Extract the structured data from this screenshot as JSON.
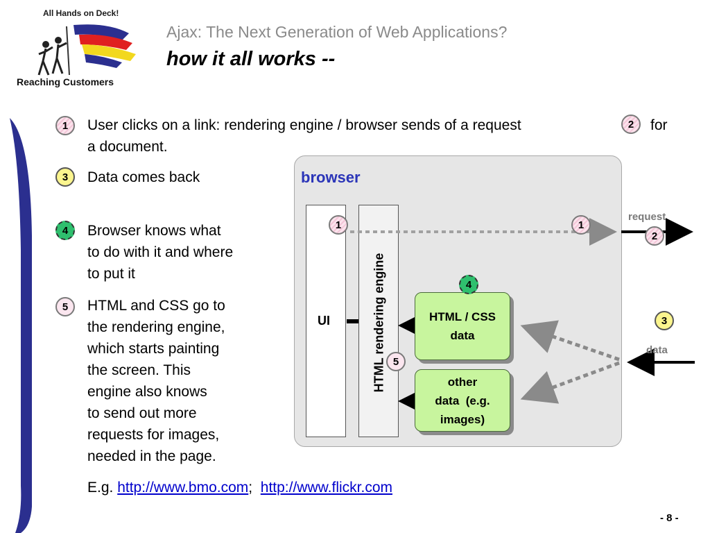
{
  "logo": {
    "tagline": "All Hands on Deck!",
    "caption": "Reaching Customers"
  },
  "header": {
    "subtitle": "Ajax: The Next Generation of Web Applications?",
    "title": "how it all works --"
  },
  "bullets": [
    {
      "number": "1",
      "text_line1": "User clicks on a link: rendering engine / browser sends of a request",
      "inline_number": "2",
      "text_line1_end": "for",
      "text_line2": "a document."
    },
    {
      "number": "3",
      "text": "Data comes back"
    },
    {
      "number": "4",
      "lines": [
        "Browser knows what",
        "to do with it and where",
        "to put it"
      ]
    },
    {
      "number": "5",
      "lines": [
        "HTML and CSS go to",
        "the rendering engine,",
        "which starts painting",
        "the screen. This",
        "engine also knows",
        "to send out more",
        "requests for images,",
        "needed in the page."
      ]
    }
  ],
  "example": {
    "prefix": "E.g.",
    "link1": "http://www.bmo.com",
    "separator": ";",
    "link2": "http://www.flickr.com"
  },
  "diagram": {
    "browser_label": "browser",
    "ui_label": "UI",
    "engine_label": "HTML rendering engine",
    "html_css_box": {
      "line1": "HTML / CSS",
      "line2": "data"
    },
    "other_box": {
      "line1": "other",
      "line2": "data  (e.g.",
      "line3": "images)"
    },
    "request_label": "request",
    "data_label": "data",
    "markers": {
      "ui_one": "1",
      "right_one": "1",
      "request_two": "2",
      "data_three": "3",
      "four": "4",
      "five": "5"
    }
  },
  "footer": {
    "page": "- 8 -"
  },
  "colors": {
    "browser_label": "#2b35b8",
    "green_box": "#c8f59e",
    "link": "#0000cc",
    "side_bar": "#2b2f8f"
  }
}
